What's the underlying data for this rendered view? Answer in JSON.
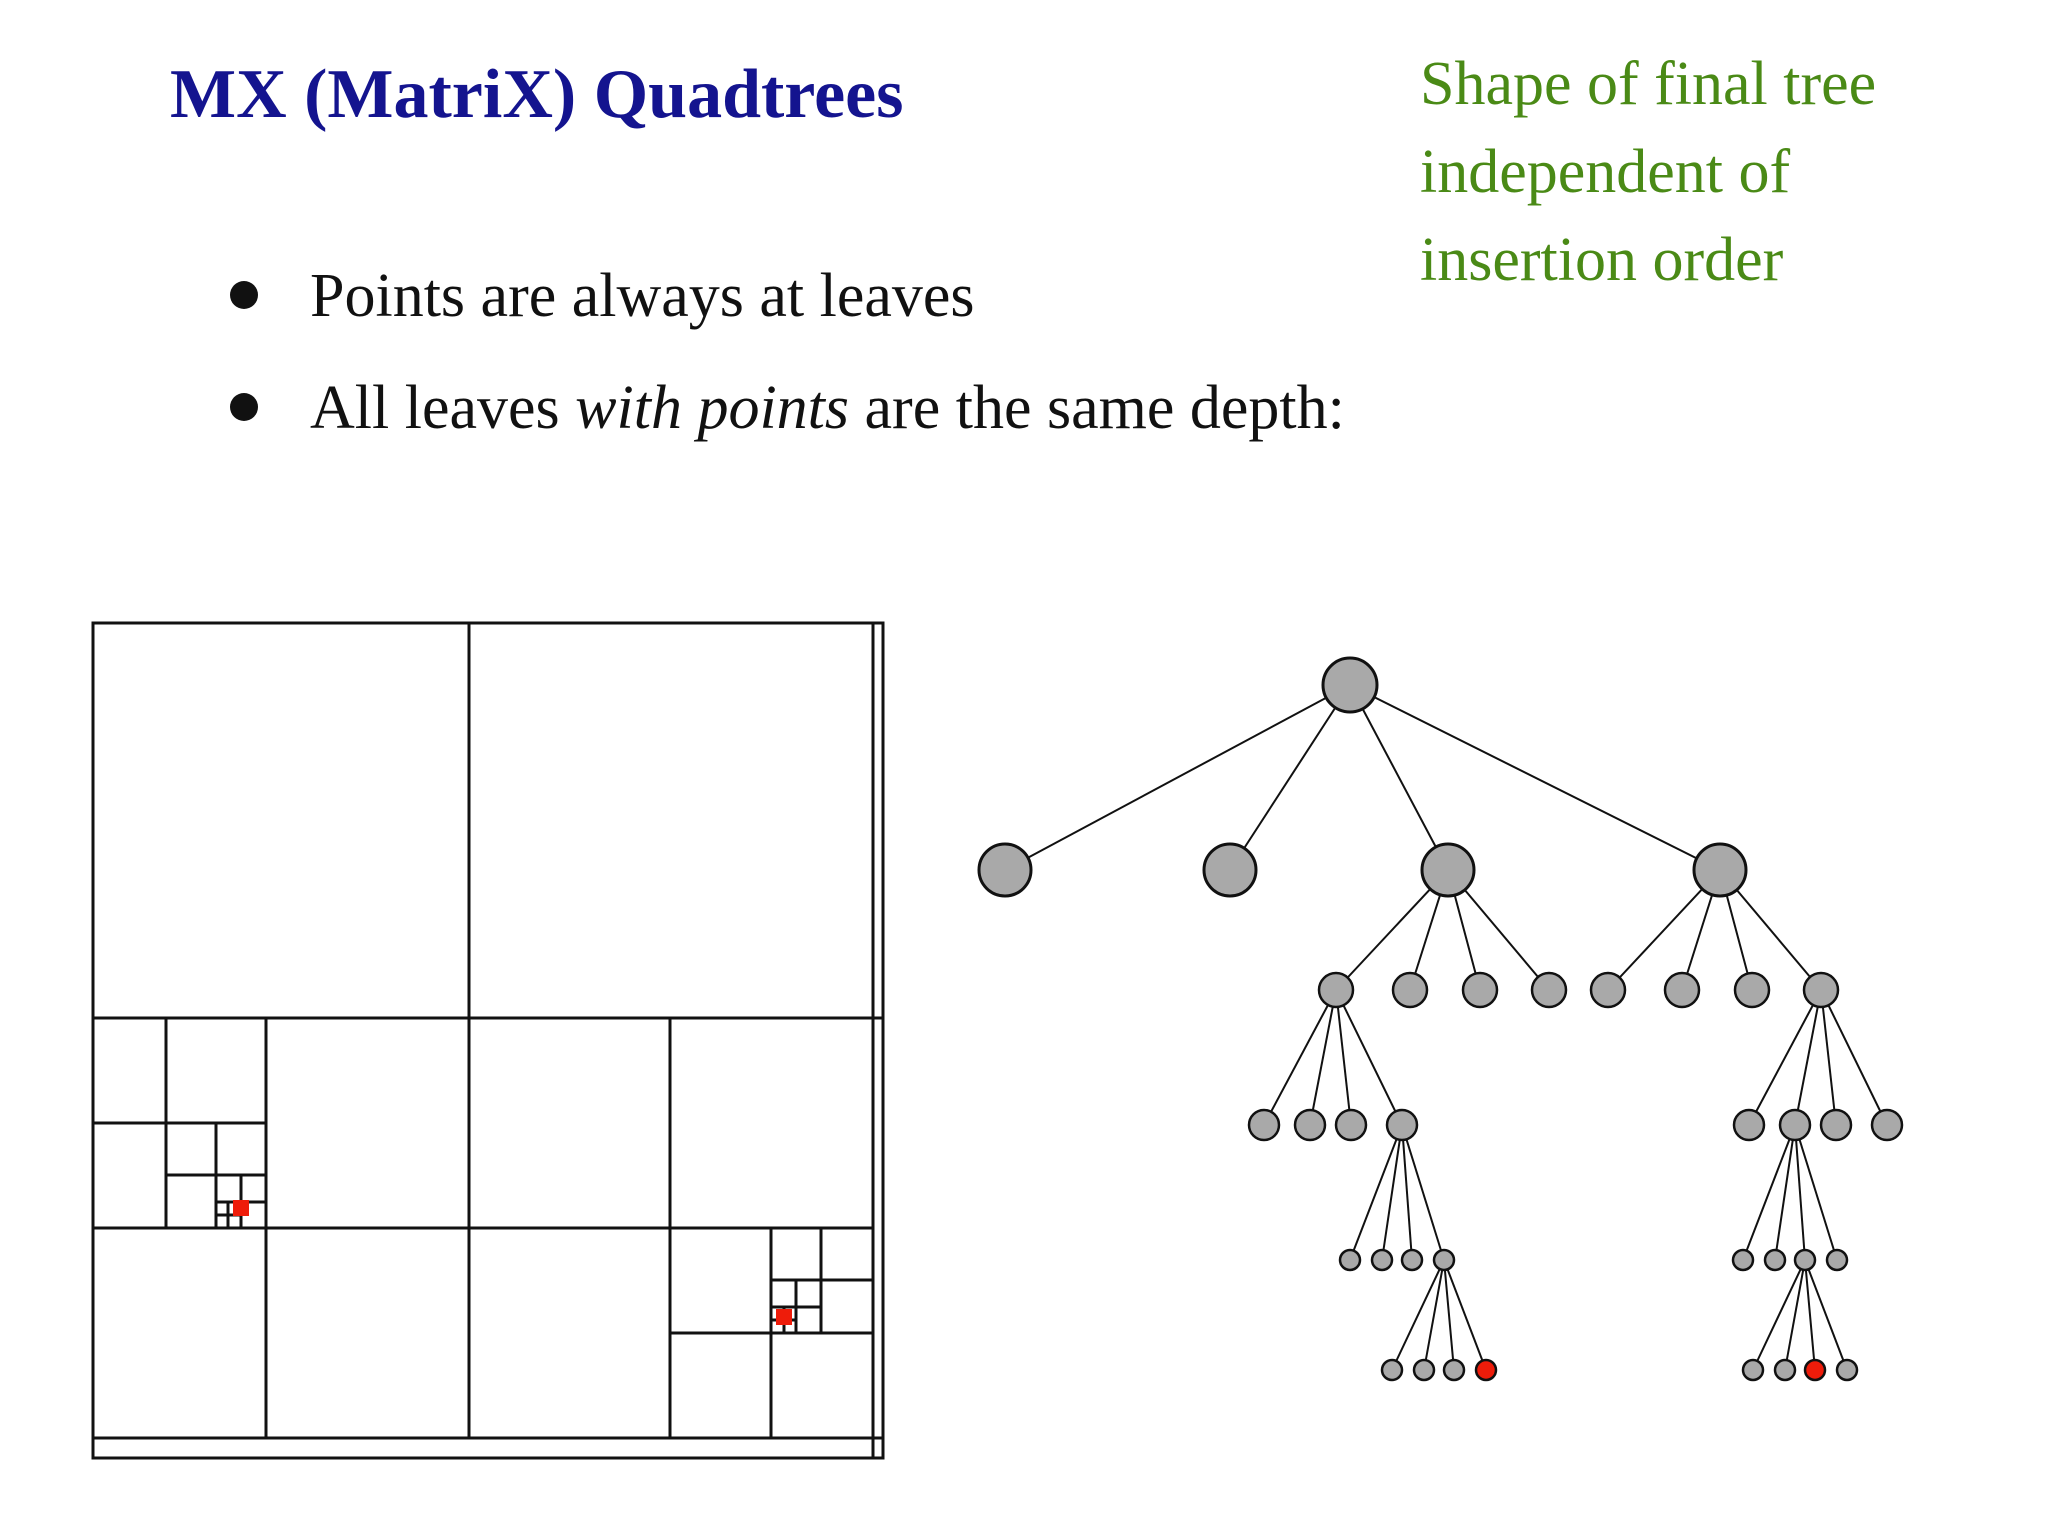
{
  "slide": {
    "title": "MX (MatriX) Quadtrees",
    "side_note": [
      "Shape of final tree",
      "independent of",
      "insertion order"
    ],
    "bullets": [
      {
        "text": "Points are always at leaves"
      },
      {
        "before": "All leaves ",
        "emphasis": "with points",
        "after": " are the same depth:"
      }
    ]
  },
  "colors": {
    "title": "#14148f",
    "side_note": "#4a8a16",
    "node_fill": "#a9a9a9",
    "point_node": "#ee1c0a",
    "grid_line": "#111111"
  },
  "diagram": {
    "quadtree_subdivision": "2D square region recursively split into quadrants; two occupied cells shown in red",
    "tree": {
      "children": [
        {},
        {},
        {
          "children": [
            {
              "children": [
                {},
                {},
                {},
                {
                  "children": [
                    {},
                    {},
                    {},
                    {
                      "children": [
                        {},
                        {},
                        {},
                        {
                          "point": true
                        }
                      ]
                    }
                  ]
                }
              ]
            },
            {},
            {},
            {}
          ]
        },
        {
          "children": [
            {},
            {},
            {},
            {
              "children": [
                {},
                {
                  "children": [
                    {},
                    {},
                    {
                      "children": [
                        {},
                        {},
                        {
                          "point": true
                        },
                        {}
                      ]
                    },
                    {}
                  ]
                },
                {},
                {}
              ]
            }
          ]
        }
      ]
    }
  }
}
